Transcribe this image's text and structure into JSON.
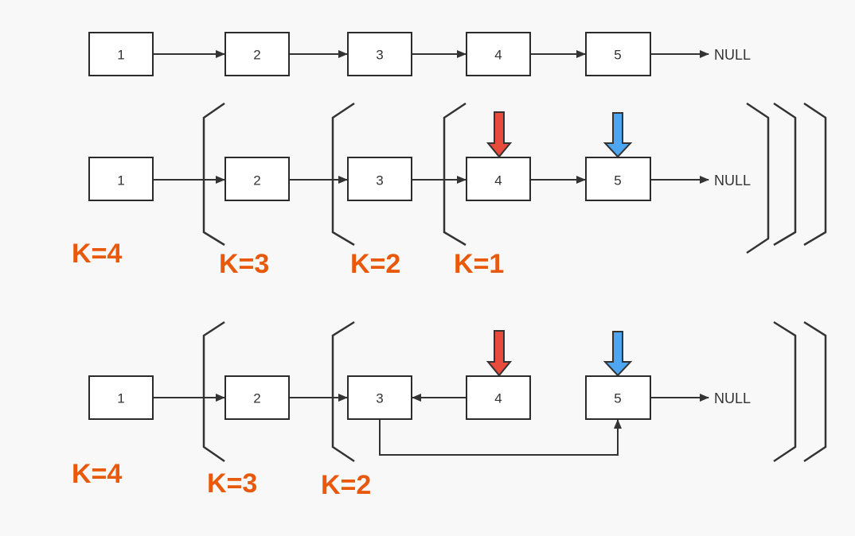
{
  "colors": {
    "k_label": "#e8590c",
    "red_pointer": "#e84a3c",
    "blue_pointer": "#4ea6f2",
    "line": "#333333"
  },
  "rows": [
    {
      "nodes": [
        "1",
        "2",
        "3",
        "4",
        "5"
      ],
      "null_label": "NULL",
      "k_labels": []
    },
    {
      "nodes": [
        "1",
        "2",
        "3",
        "4",
        "5"
      ],
      "null_label": "NULL",
      "k_labels": [
        "K=4",
        "K=3",
        "K=2",
        "K=1"
      ]
    },
    {
      "nodes": [
        "1",
        "2",
        "3",
        "4",
        "5"
      ],
      "null_label": "NULL",
      "k_labels": [
        "K=4",
        "K=3",
        "K=2"
      ]
    }
  ]
}
